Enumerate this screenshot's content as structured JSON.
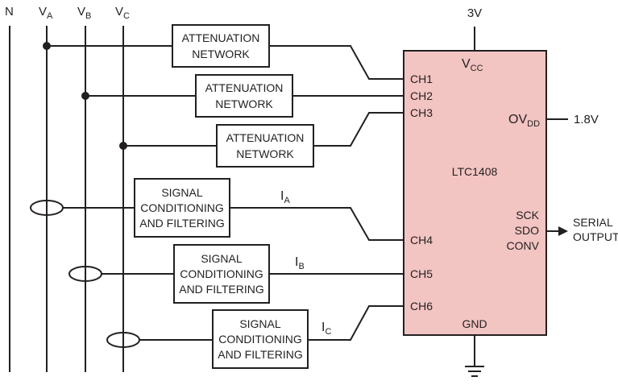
{
  "lines": {
    "neutral": "N",
    "va_main": "V",
    "va_sub": "A",
    "vb_main": "V",
    "vb_sub": "B",
    "vc_main": "V",
    "vc_sub": "C"
  },
  "attenuation_blocks": [
    {
      "line1": "ATTENUATION",
      "line2": "NETWORK"
    },
    {
      "line1": "ATTENUATION",
      "line2": "NETWORK"
    },
    {
      "line1": "ATTENUATION",
      "line2": "NETWORK"
    }
  ],
  "conditioning_blocks": [
    {
      "line1": "SIGNAL",
      "line2": "CONDITIONING",
      "line3": "AND FILTERING"
    },
    {
      "line1": "SIGNAL",
      "line2": "CONDITIONING",
      "line3": "AND FILTERING"
    },
    {
      "line1": "SIGNAL",
      "line2": "CONDITIONING",
      "line3": "AND FILTERING"
    }
  ],
  "currents": [
    {
      "main": "I",
      "sub": "A"
    },
    {
      "main": "I",
      "sub": "B"
    },
    {
      "main": "I",
      "sub": "C"
    }
  ],
  "chip": {
    "name": "LTC1408",
    "fill_color": "#f2c4c2",
    "vcc_main": "V",
    "vcc_sub": "CC",
    "ovdd_main": "OV",
    "ovdd_sub": "DD",
    "gnd": "GND",
    "channels": [
      "CH1",
      "CH2",
      "CH3",
      "CH4",
      "CH5",
      "CH6"
    ],
    "outputs": [
      "SCK",
      "SDO",
      "CONV"
    ]
  },
  "supply": "3V",
  "io_supply": "1.8V",
  "serial_output": {
    "line1": "SERIAL",
    "line2": "OUTPUT"
  }
}
